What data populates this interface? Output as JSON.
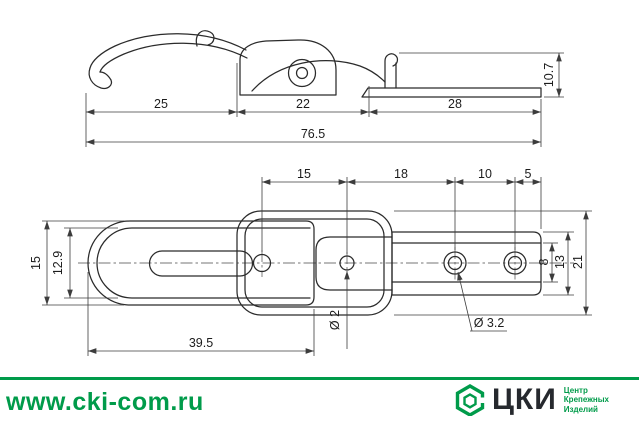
{
  "meta": {
    "accent_green": "#009b4a",
    "line_color": "#2b2b2b",
    "drawing_subject": "spring draw latch two-view drawing"
  },
  "side_view": {
    "dims": {
      "seg1": "25",
      "seg2": "22",
      "seg3": "28",
      "total": "76.5",
      "height": "10.7"
    }
  },
  "plan_view": {
    "dims": {
      "chain_15": "15",
      "chain_18": "18",
      "chain_10": "10",
      "chain_5": "5",
      "lever_width": "15",
      "lever_inner": "12.9",
      "plate_inner": "8",
      "plate_width": "13",
      "frame_width": "21",
      "lever_length": "39.5",
      "hole_small": "Ø 2",
      "hole_mount": "Ø 3.2"
    }
  },
  "footer": {
    "website": "www.cki-com.ru",
    "logo": {
      "abbr": "ЦКИ",
      "line1": "Центр",
      "line2": "Крепежных",
      "line3": "Изделий"
    }
  }
}
